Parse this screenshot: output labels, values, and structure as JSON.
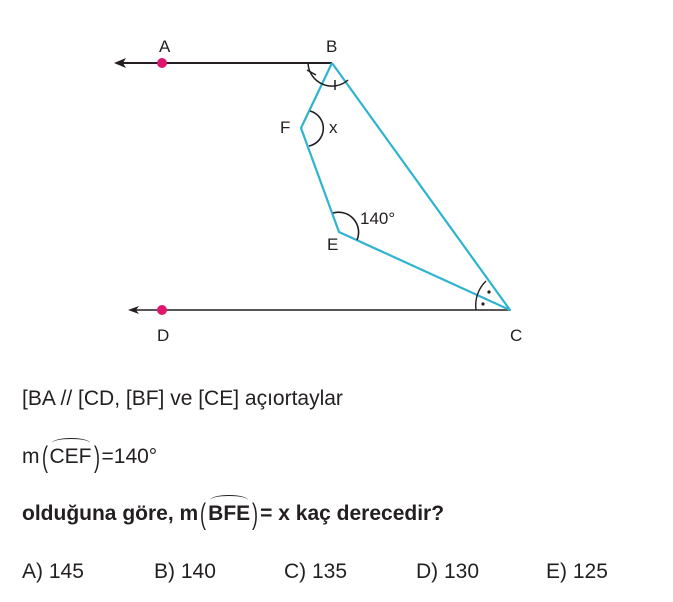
{
  "figure": {
    "points": {
      "A": "A",
      "B": "B",
      "C": "C",
      "D": "D",
      "E": "E",
      "F": "F"
    },
    "angle_x_label": "x",
    "angle_e_label": "140°",
    "colors": {
      "segments": "#2fb3cf",
      "parallel_lines": "#231f20",
      "points": "#e0156e"
    }
  },
  "question": {
    "line1": "[BA // [CD, [BF] ve [CE] açıortaylar",
    "line2_prefix": "m",
    "line2_angle": "CEF",
    "line2_suffix": "=140°",
    "line3_prefix": "olduğuna göre, m",
    "line3_angle": "BFE",
    "line3_suffix": "= x kaç derecedir?"
  },
  "options": [
    {
      "label": "A) 145"
    },
    {
      "label": "B) 140"
    },
    {
      "label": "C) 135"
    },
    {
      "label": "D) 130"
    },
    {
      "label": "E) 125"
    }
  ]
}
